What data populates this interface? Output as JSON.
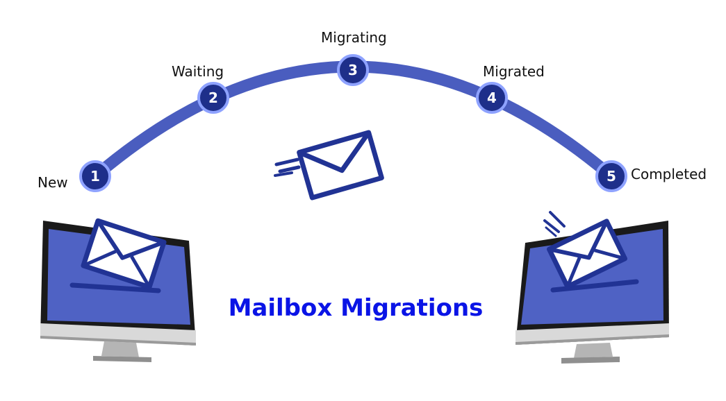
{
  "title": "Mailbox Migrations",
  "steps": [
    {
      "number": "1",
      "label": "New"
    },
    {
      "number": "2",
      "label": "Waiting"
    },
    {
      "number": "3",
      "label": "Migrating"
    },
    {
      "number": "4",
      "label": "Migrated"
    },
    {
      "number": "5",
      "label": "Completed"
    }
  ],
  "colors": {
    "arc": "#4a5dbf",
    "node_fill": "#1e2f8a",
    "node_ring": "#8ea2ff",
    "title": "#0a14e6",
    "envelope_stroke": "#213394",
    "screen": "#4f62c4"
  },
  "icons": [
    "envelope-icon",
    "computer-monitor-icon"
  ]
}
